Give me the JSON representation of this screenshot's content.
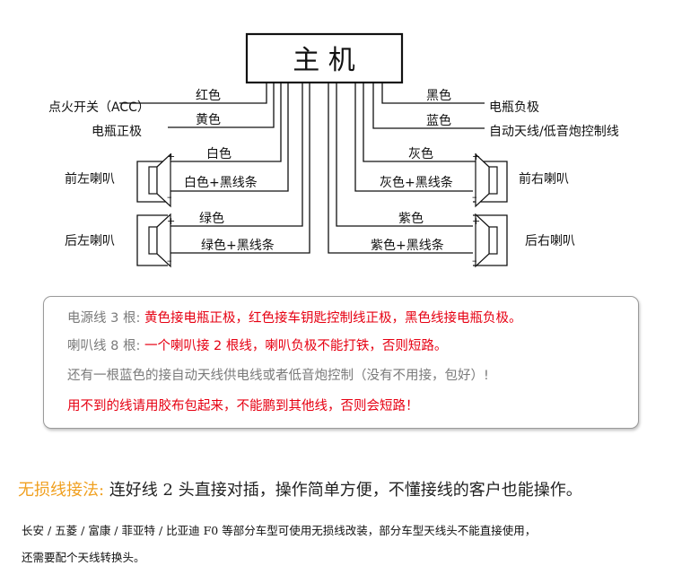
{
  "diagram": {
    "head_unit_title": "主 机",
    "left_outer": {
      "acc": "点火开关（ACC）",
      "battery_pos": "电瓶正极",
      "front_left": "前左喇叭",
      "rear_left": "后左喇叭"
    },
    "right_outer": {
      "battery_neg": "电瓶负极",
      "antenna": "自动天线/低音炮控制线",
      "front_right": "前右喇叭",
      "rear_right": "后右喇叭"
    },
    "wires": {
      "red": "红色",
      "yellow": "黄色",
      "white": "白色",
      "white_black": "白色+黑线条",
      "green": "绿色",
      "green_black": "绿色+黑线条",
      "black": "黑色",
      "blue": "蓝色",
      "gray": "灰色",
      "gray_black": "灰色+黑线条",
      "purple": "紫色",
      "purple_black": "紫色+黑线条"
    },
    "plus": "+",
    "minus": "–"
  },
  "notes": {
    "power_label": "电源线 3 根:",
    "power_text": "黄色接电瓶正极，红色接车钥匙控制线正极，黑色线接电瓶负极。",
    "speaker_label": "喇叭线 8 根:",
    "speaker_text": "一个喇叭接 2 根线，喇叭负极不能打铁，否则短路。",
    "blue_text": "还有一根蓝色的接自动天线供电线或者低音炮控制（没有不用接，包好）!",
    "unused_text": "用不到的线请用胶布包起来，不能鹏到其他线，否则会短路！"
  },
  "tip": {
    "label": "无损线接法:",
    "text": "连好线 2 头直接对插，操作简单方便，不懂接线的客户也能操作。"
  },
  "footer": {
    "line1": "长安 / 五菱 / 富康 / 菲亚特 / 比亚迪 F0 等部分车型可使用无损线改装，部分车型天线头不能直接使用，",
    "line2": "还需要配个天线转换头。"
  },
  "colors": {
    "red_text": "#e60012",
    "gray_text": "#7a7a7a",
    "orange_label": "#f0a020"
  }
}
